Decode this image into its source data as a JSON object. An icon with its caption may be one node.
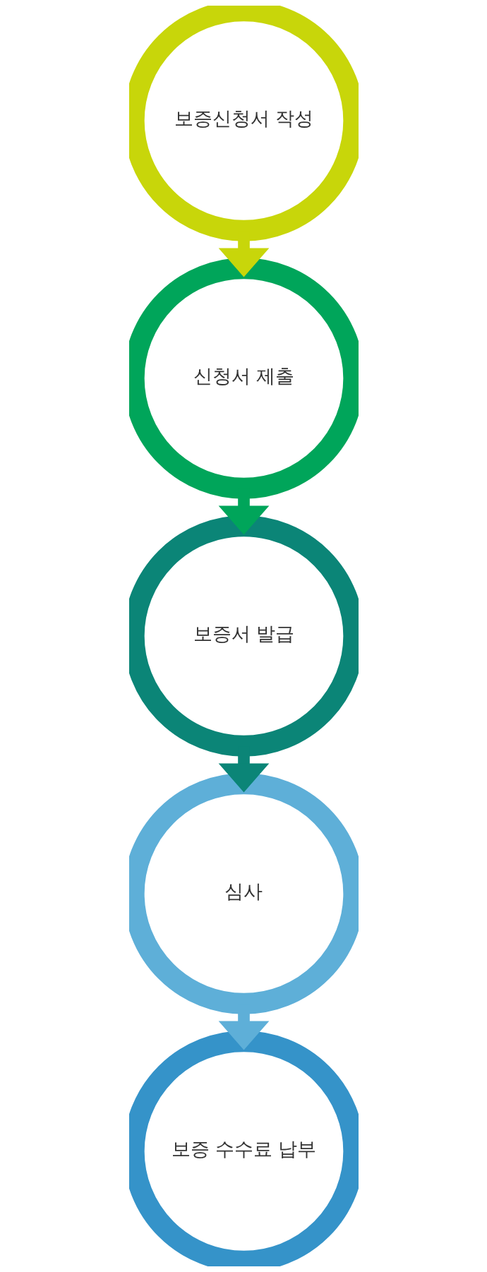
{
  "diagram": {
    "nodes": [
      {
        "text": [
          "보증신청서 작성"
        ]
      },
      {
        "text": [
          "신청서 제출"
        ]
      },
      {
        "text": [
          "보증서 발급"
        ]
      },
      {
        "text": [
          "심사"
        ]
      },
      {
        "text": [
          "보증 수수료 납부"
        ]
      }
    ],
    "edges": [
      {
        "from": 0,
        "to": 1,
        "arrow": "to",
        "color": "#c8d60a"
      },
      {
        "from": 1,
        "to": 2,
        "arrow": "to",
        "color": "#00a55a"
      },
      {
        "from": 2,
        "to": 3,
        "arrow": "to",
        "color": "#0b8577"
      },
      {
        "from": 3,
        "to": 4,
        "arrow": "to",
        "color": "#5eafd8"
      }
    ]
  }
}
